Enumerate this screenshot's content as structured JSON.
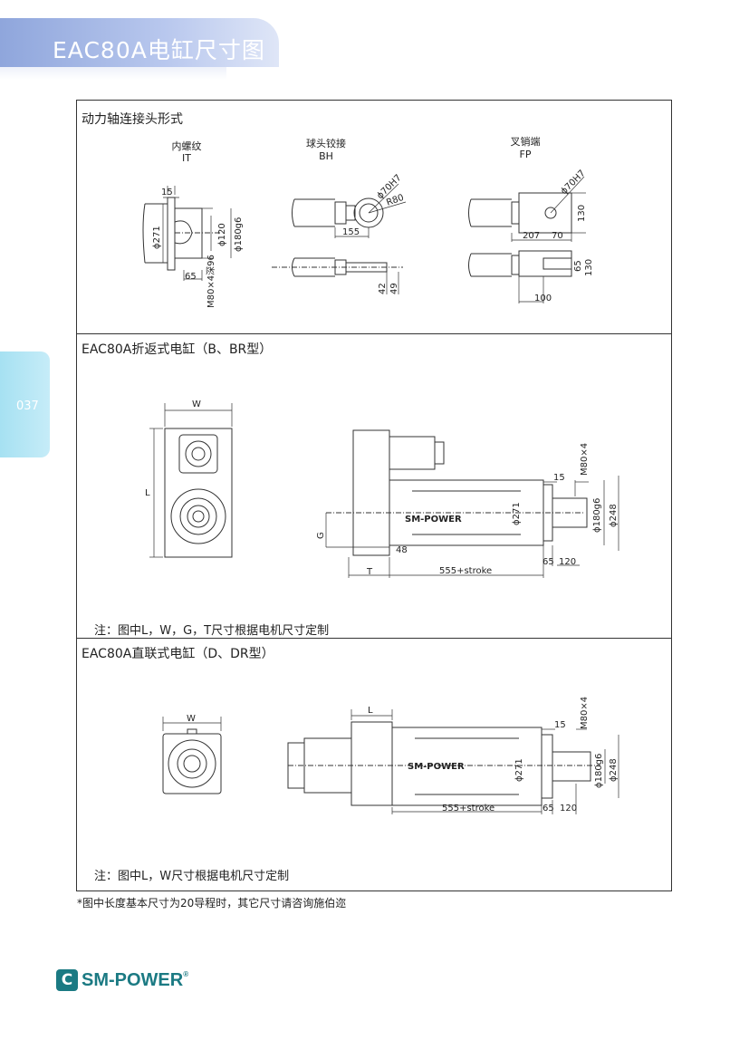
{
  "header": {
    "title": "EAC80A电缸尺寸图"
  },
  "side_tab": {
    "page_number": "037"
  },
  "section1": {
    "title": "动力轴连接头形式",
    "types": [
      {
        "name": "内螺纹",
        "code": "IT"
      },
      {
        "name": "球头铰接",
        "code": "BH"
      },
      {
        "name": "叉销端",
        "code": "FP"
      }
    ],
    "dims_it": {
      "a": "15",
      "b": "ϕ271",
      "c": "ϕ120",
      "d": "ϕ180g6",
      "e": "65",
      "f": "M80×4深96"
    },
    "dims_bh": {
      "a": "ϕ70H7",
      "b": "R80",
      "c": "155",
      "d": "42",
      "e": "49"
    },
    "dims_fp": {
      "a": "ϕ70H7",
      "b": "130",
      "c": "207",
      "d": "70",
      "e": "65",
      "f": "130",
      "g": "100"
    }
  },
  "section2": {
    "title": "EAC80A折返式电缸（B、BR型）",
    "dims": {
      "w": "W",
      "l": "L",
      "g": "G",
      "t": "T",
      "m80": "M80×4",
      "d15": "15",
      "d271": "ϕ271",
      "d180": "ϕ180g6",
      "d248": "ϕ248",
      "d48": "48",
      "stroke": "555+stroke",
      "d65": "65",
      "d120": "120"
    },
    "logo": "SM-POWER",
    "note": "注：图中L，W，G，T尺寸根据电机尺寸定制"
  },
  "section3": {
    "title": "EAC80A直联式电缸（D、DR型）",
    "dims": {
      "w": "W",
      "l": "L",
      "m80": "M80×4",
      "d15": "15",
      "d271": "ϕ271",
      "d180": "ϕ180g6",
      "d248": "ϕ248",
      "stroke": "555+stroke",
      "d65": "65",
      "d120": "120"
    },
    "logo": "SM-POWER",
    "note": "注：图中L，W尺寸根据电机尺寸定制"
  },
  "footnote": "*图中长度基本尺寸为20导程时，其它尺寸请咨询施伯迩",
  "brand": {
    "name": "SM-POWER",
    "mark": "C",
    "reg": "®",
    "color": "#1b7a83"
  },
  "colors": {
    "header": "#8fa6dc",
    "side_tab": "#a6e1f2",
    "logo": "#1b7a83"
  }
}
